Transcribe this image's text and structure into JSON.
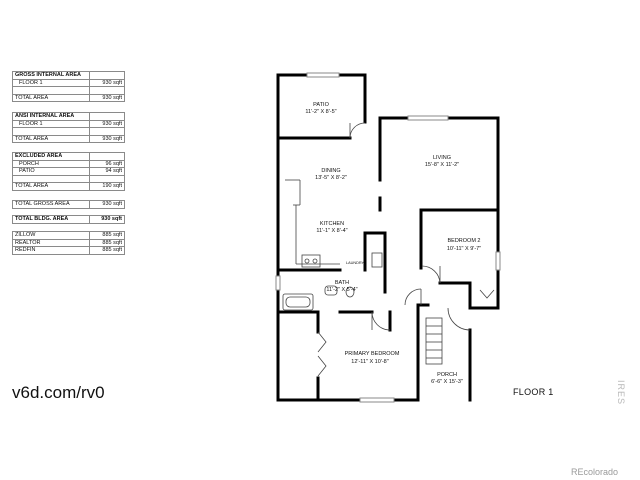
{
  "tables": [
    {
      "rows": [
        {
          "label": "GROSS INTERNAL AREA",
          "value": "",
          "type": "h"
        },
        {
          "label": "FLOOR 1",
          "value": "930 sqft",
          "type": "sub"
        },
        {
          "label": "",
          "value": "",
          "type": "blank"
        },
        {
          "label": "TOTAL AREA",
          "value": "930 sqft",
          "type": "row"
        }
      ]
    },
    {
      "rows": [
        {
          "label": "ANSI INTERNAL AREA",
          "value": "",
          "type": "h"
        },
        {
          "label": "FLOOR 1",
          "value": "930 sqft",
          "type": "sub"
        },
        {
          "label": "",
          "value": "",
          "type": "blank"
        },
        {
          "label": "TOTAL AREA",
          "value": "930 sqft",
          "type": "row"
        }
      ]
    },
    {
      "rows": [
        {
          "label": "EXCLUDED AREA",
          "value": "",
          "type": "h"
        },
        {
          "label": "PORCH",
          "value": "96 sqft",
          "type": "sub"
        },
        {
          "label": "PATIO",
          "value": "94 sqft",
          "type": "sub"
        },
        {
          "label": "",
          "value": "",
          "type": "blank"
        },
        {
          "label": "TOTAL AREA",
          "value": "190 sqft",
          "type": "row"
        }
      ]
    },
    {
      "rows": [
        {
          "label": "TOTAL GROSS AREA",
          "value": "930 sqft",
          "type": "row"
        }
      ]
    },
    {
      "rows": [
        {
          "label": "TOTAL BLDG. AREA",
          "value": "930 sqft",
          "type": "h"
        }
      ]
    },
    {
      "rows": [
        {
          "label": "ZILLOW",
          "value": "885 sqft",
          "type": "row"
        },
        {
          "label": "REALTOR",
          "value": "885 sqft",
          "type": "row"
        },
        {
          "label": "REDFIN",
          "value": "885 sqft",
          "type": "row"
        }
      ]
    }
  ],
  "rooms": {
    "patio": {
      "name": "PATIO",
      "dim": "11'-2\" X 8'-5\""
    },
    "dining": {
      "name": "DINING",
      "dim": "13'-5\" X 8'-2\""
    },
    "living": {
      "name": "LIVING",
      "dim": "15'-8\" X 11'-2\""
    },
    "kitchen": {
      "name": "KITCHEN",
      "dim": "11'-1\" X 8'-4\""
    },
    "bedroom2": {
      "name": "BEDROOM 2",
      "dim": "10'-11\" X 9'-7\""
    },
    "laundry": {
      "name": "LAUNDRY"
    },
    "bath": {
      "name": "BATH",
      "dim": "11'-2\" X 5'-4\""
    },
    "primary": {
      "name": "PRIMARY BEDROOM",
      "dim": "12'-11\" X 10'-8\""
    },
    "porch": {
      "name": "PORCH",
      "dim": "6'-6\" X 15'-3\""
    }
  },
  "footer": {
    "url": "v6d.com/rv0",
    "floor_label": "FLOOR 1",
    "brand": "REcolorado",
    "watermark": "IRES"
  }
}
